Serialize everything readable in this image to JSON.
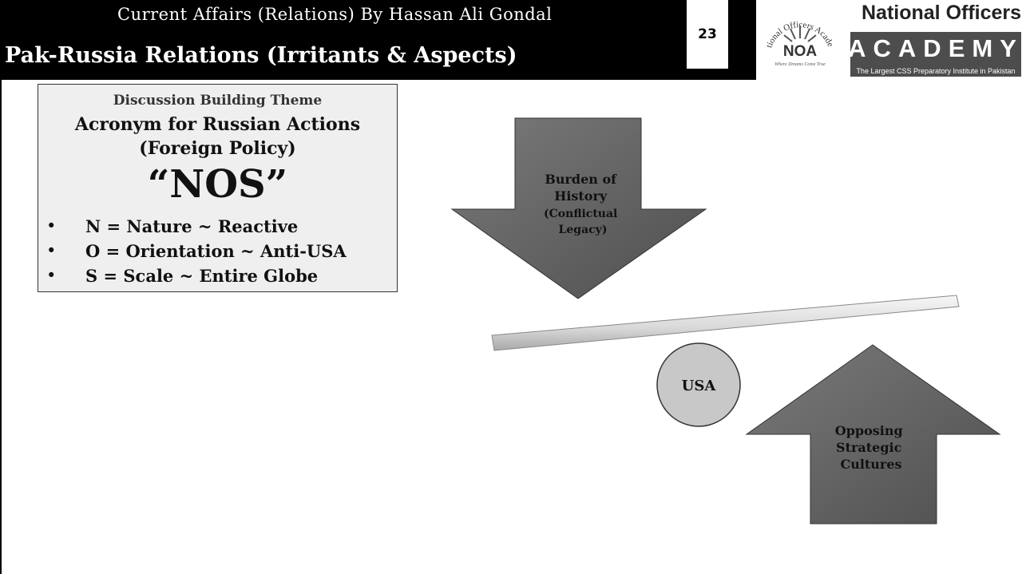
{
  "header": {
    "top_text": "Current Affairs (Relations) By Hassan Ali Gondal",
    "title": "Pak-Russia Relations (Irritants & Aspects)",
    "page_number": "23"
  },
  "logo": {
    "emblem_top_text": "Officers",
    "emblem_left_text": "National",
    "emblem_right_text": "Academy",
    "emblem_initials": "NOA",
    "emblem_motto": "Where Dreams Come True",
    "brand_name": "National Officers",
    "academy_word": "ACADEMY",
    "tagline": "The Largest CSS Preparatory Institute in Pakistan"
  },
  "theme_box": {
    "subtitle": "Discussion Building Theme",
    "heading_line1": "Acronym for Russian Actions",
    "heading_line2": "(Foreign Policy)",
    "acronym": "“NOS”",
    "items": [
      {
        "letter_text": "N = Nature ~ Reactive"
      },
      {
        "letter_text": "O = Orientation ~ Anti-USA"
      },
      {
        "letter_text": "S = Scale ~ Entire Globe"
      }
    ],
    "bullet": "•"
  },
  "diagram": {
    "down_arrow": {
      "line1": "Burden of",
      "line2": "History",
      "line3": "(Conflictual",
      "line4": "Legacy)"
    },
    "fulcrum_label": "USA",
    "up_arrow": {
      "line1": "Opposing",
      "line2": "Strategic",
      "line3": "Cultures"
    },
    "colors": {
      "arrow_fill": "#6b6b6b",
      "fulcrum_fill": "#c8c8c8",
      "beam_fill": "#e2e2e2"
    }
  }
}
